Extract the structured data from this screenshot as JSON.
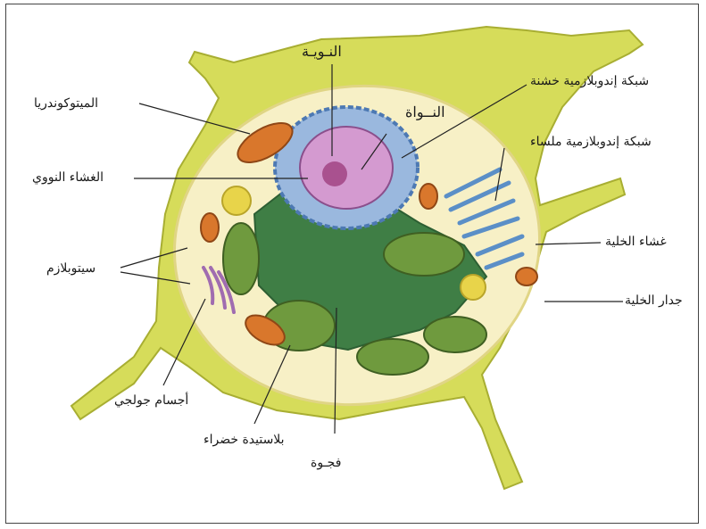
{
  "labels": {
    "nucleolus": "النـويـة",
    "nucleus": "النــواة",
    "rough_er": "شبكة إندوبلازمية خشنة",
    "smooth_er": "شبكة إندوبلازمية ملساء",
    "mitochondria": "الميتوكوندريا",
    "nuclear_envelope": "الغشاء النووي",
    "cell_membrane": "غشاء الخلية",
    "cytoplasm": "سيتوبلازم",
    "cell_wall": "جدار الخلية",
    "golgi": "أجسام جولجي",
    "chloroplast": "بلاستيدة خضراء",
    "vacuole": "فجـوة"
  },
  "colors": {
    "cell_wall": "#d6dc5a",
    "cytoplasm": "#f7f0c6",
    "vacuole": "#3f7e45",
    "nucleus": "#d49ad0",
    "chloroplast": "#6f9a3e",
    "mitochondria": "#d9772c",
    "er": "#5b8fc7"
  }
}
